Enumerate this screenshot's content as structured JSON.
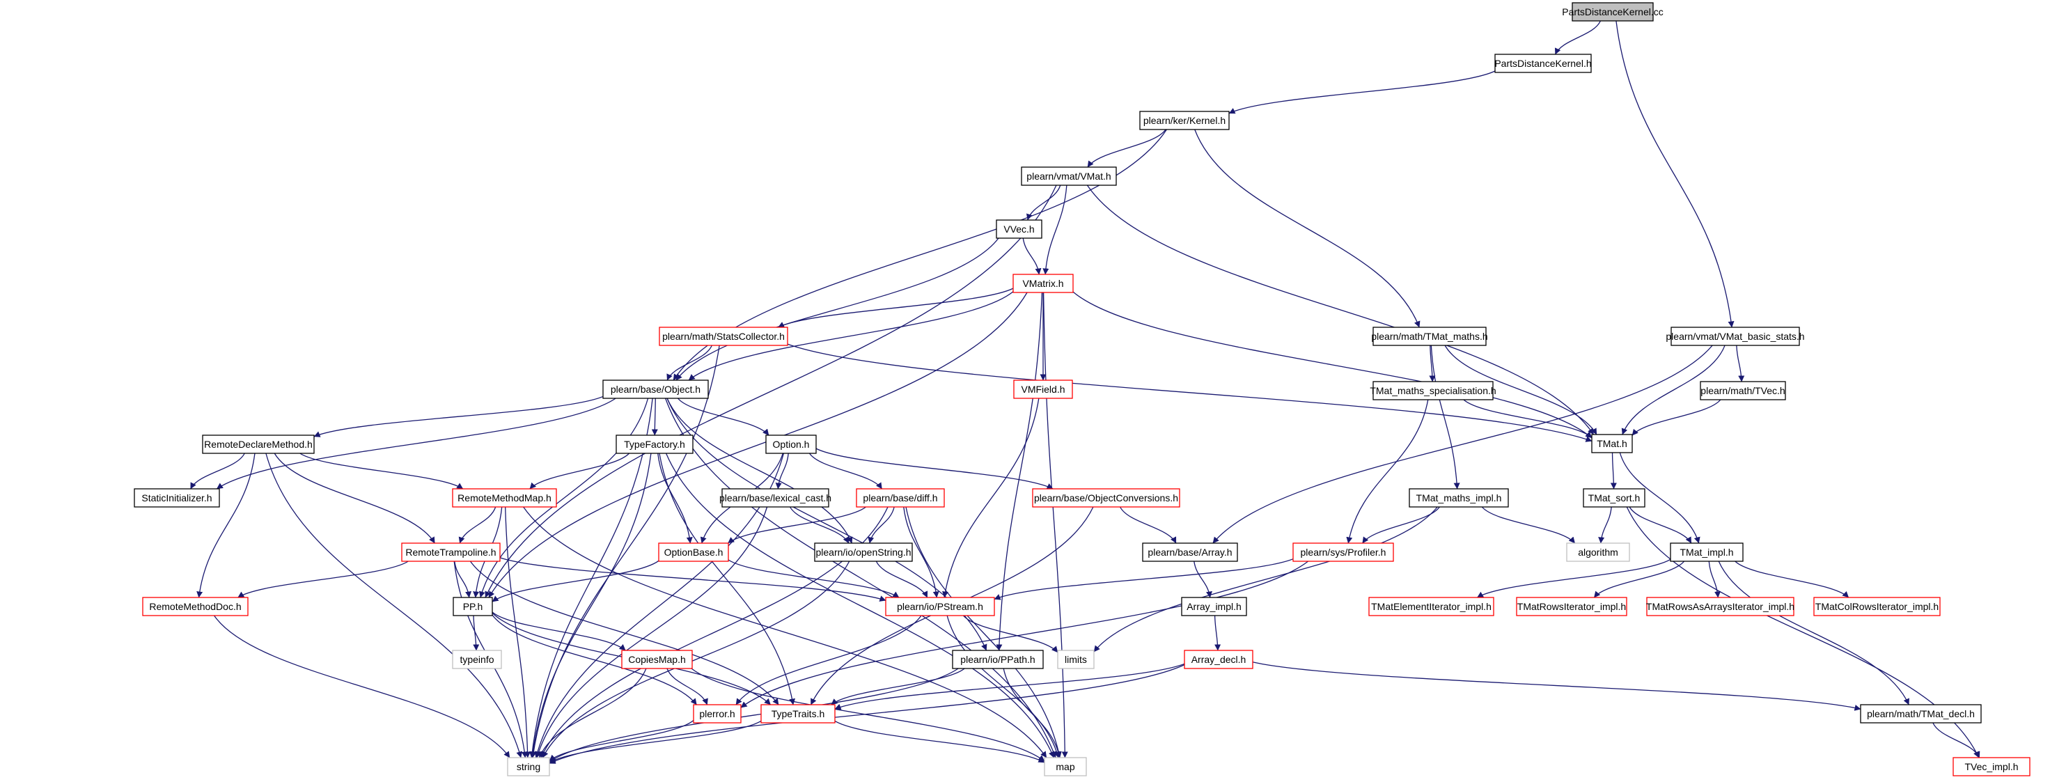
{
  "graph": {
    "colors": {
      "edge": "#191970",
      "root_fill": "#bfbfbf",
      "normal_border": "#000000",
      "truncated_border": "#ff0000",
      "external_border": "#bfbfbf",
      "background": "#ffffff"
    },
    "nodes": [
      {
        "id": "n0",
        "label": "PartsDistanceKernel.cc",
        "kind": "root"
      },
      {
        "id": "n1",
        "label": "PartsDistanceKernel.h",
        "kind": "normal"
      },
      {
        "id": "n2",
        "label": "plearn/ker/Kernel.h",
        "kind": "normal"
      },
      {
        "id": "n3",
        "label": "plearn/vmat/VMat.h",
        "kind": "normal"
      },
      {
        "id": "n4",
        "label": "VVec.h",
        "kind": "normal"
      },
      {
        "id": "n5",
        "label": "VMatrix.h",
        "kind": "truncated"
      },
      {
        "id": "n6",
        "label": "plearn/math/StatsCollector.h",
        "kind": "truncated"
      },
      {
        "id": "n7",
        "label": "VMField.h",
        "kind": "truncated"
      },
      {
        "id": "n8",
        "label": "plearn/base/Object.h",
        "kind": "normal"
      },
      {
        "id": "n9",
        "label": "plearn/math/TMat_maths.h",
        "kind": "normal"
      },
      {
        "id": "n10",
        "label": "plearn/vmat/VMat_basic_stats.h",
        "kind": "normal"
      },
      {
        "id": "n11",
        "label": "TMat_maths_specialisation.h",
        "kind": "normal"
      },
      {
        "id": "n12",
        "label": "plearn/math/TVec.h",
        "kind": "normal"
      },
      {
        "id": "n13",
        "label": "TMat.h",
        "kind": "normal"
      },
      {
        "id": "n14",
        "label": "RemoteDeclareMethod.h",
        "kind": "normal"
      },
      {
        "id": "n15",
        "label": "TypeFactory.h",
        "kind": "normal"
      },
      {
        "id": "n16",
        "label": "Option.h",
        "kind": "normal"
      },
      {
        "id": "n17",
        "label": "StaticInitializer.h",
        "kind": "normal"
      },
      {
        "id": "n18",
        "label": "RemoteMethodMap.h",
        "kind": "truncated"
      },
      {
        "id": "n19",
        "label": "plearn/base/lexical_cast.h",
        "kind": "normal"
      },
      {
        "id": "n20",
        "label": "plearn/base/diff.h",
        "kind": "truncated"
      },
      {
        "id": "n21",
        "label": "plearn/base/ObjectConversions.h",
        "kind": "truncated"
      },
      {
        "id": "n22",
        "label": "TMat_maths_impl.h",
        "kind": "normal"
      },
      {
        "id": "n23",
        "label": "TMat_sort.h",
        "kind": "normal"
      },
      {
        "id": "n24",
        "label": "RemoteTrampoline.h",
        "kind": "truncated"
      },
      {
        "id": "n25",
        "label": "OptionBase.h",
        "kind": "truncated"
      },
      {
        "id": "n26",
        "label": "plearn/io/openString.h",
        "kind": "normal"
      },
      {
        "id": "n27",
        "label": "plearn/base/Array.h",
        "kind": "normal"
      },
      {
        "id": "n28",
        "label": "plearn/sys/Profiler.h",
        "kind": "truncated"
      },
      {
        "id": "n29",
        "label": "algorithm",
        "kind": "external"
      },
      {
        "id": "n30",
        "label": "TMat_impl.h",
        "kind": "normal"
      },
      {
        "id": "n31",
        "label": "RemoteMethodDoc.h",
        "kind": "truncated"
      },
      {
        "id": "n32",
        "label": "PP.h",
        "kind": "normal"
      },
      {
        "id": "n33",
        "label": "plearn/io/PStream.h",
        "kind": "truncated"
      },
      {
        "id": "n34",
        "label": "Array_impl.h",
        "kind": "normal"
      },
      {
        "id": "n35",
        "label": "TMatElementIterator_impl.h",
        "kind": "truncated"
      },
      {
        "id": "n36",
        "label": "TMatRowsIterator_impl.h",
        "kind": "truncated"
      },
      {
        "id": "n37",
        "label": "TMatRowsAsArraysIterator_impl.h",
        "kind": "truncated"
      },
      {
        "id": "n38",
        "label": "TMatColRowsIterator_impl.h",
        "kind": "truncated"
      },
      {
        "id": "n39",
        "label": "typeinfo",
        "kind": "external"
      },
      {
        "id": "n40",
        "label": "CopiesMap.h",
        "kind": "truncated"
      },
      {
        "id": "n41",
        "label": "limits",
        "kind": "external"
      },
      {
        "id": "n42",
        "label": "plearn/io/PPath.h",
        "kind": "normal"
      },
      {
        "id": "n43",
        "label": "Array_decl.h",
        "kind": "truncated"
      },
      {
        "id": "n44",
        "label": "plerror.h",
        "kind": "truncated"
      },
      {
        "id": "n45",
        "label": "TypeTraits.h",
        "kind": "truncated"
      },
      {
        "id": "n46",
        "label": "plearn/math/TMat_decl.h",
        "kind": "normal"
      },
      {
        "id": "n47",
        "label": "string",
        "kind": "external"
      },
      {
        "id": "n48",
        "label": "map",
        "kind": "external"
      },
      {
        "id": "n49",
        "label": "TVec_impl.h",
        "kind": "truncated"
      }
    ],
    "edges": [
      [
        "n0",
        "n1"
      ],
      [
        "n0",
        "n10"
      ],
      [
        "n1",
        "n2"
      ],
      [
        "n2",
        "n3"
      ],
      [
        "n2",
        "n8"
      ],
      [
        "n2",
        "n9"
      ],
      [
        "n3",
        "n4"
      ],
      [
        "n3",
        "n5"
      ],
      [
        "n3",
        "n32"
      ],
      [
        "n3",
        "n13"
      ],
      [
        "n4",
        "n5"
      ],
      [
        "n4",
        "n8"
      ],
      [
        "n5",
        "n6"
      ],
      [
        "n5",
        "n7"
      ],
      [
        "n5",
        "n8"
      ],
      [
        "n5",
        "n13"
      ],
      [
        "n5",
        "n32"
      ],
      [
        "n5",
        "n42"
      ],
      [
        "n5",
        "n48"
      ],
      [
        "n6",
        "n8"
      ],
      [
        "n6",
        "n13"
      ],
      [
        "n6",
        "n47"
      ],
      [
        "n7",
        "n33"
      ],
      [
        "n8",
        "n14"
      ],
      [
        "n8",
        "n15"
      ],
      [
        "n8",
        "n16"
      ],
      [
        "n8",
        "n17"
      ],
      [
        "n8",
        "n32"
      ],
      [
        "n8",
        "n26"
      ],
      [
        "n8",
        "n42"
      ],
      [
        "n8",
        "n47"
      ],
      [
        "n8",
        "n48"
      ],
      [
        "n9",
        "n11"
      ],
      [
        "n9",
        "n13"
      ],
      [
        "n9",
        "n22"
      ],
      [
        "n10",
        "n13"
      ],
      [
        "n10",
        "n12"
      ],
      [
        "n10",
        "n27"
      ],
      [
        "n11",
        "n13"
      ],
      [
        "n11",
        "n28"
      ],
      [
        "n12",
        "n13"
      ],
      [
        "n13",
        "n23"
      ],
      [
        "n13",
        "n30"
      ],
      [
        "n14",
        "n17"
      ],
      [
        "n14",
        "n18"
      ],
      [
        "n14",
        "n24"
      ],
      [
        "n14",
        "n31"
      ],
      [
        "n14",
        "n47"
      ],
      [
        "n15",
        "n18"
      ],
      [
        "n15",
        "n25"
      ],
      [
        "n15",
        "n47"
      ],
      [
        "n15",
        "n48"
      ],
      [
        "n15",
        "n45"
      ],
      [
        "n16",
        "n19"
      ],
      [
        "n16",
        "n20"
      ],
      [
        "n16",
        "n21"
      ],
      [
        "n16",
        "n25"
      ],
      [
        "n16",
        "n47"
      ],
      [
        "n18",
        "n24"
      ],
      [
        "n18",
        "n32"
      ],
      [
        "n18",
        "n47"
      ],
      [
        "n18",
        "n48"
      ],
      [
        "n19",
        "n26"
      ],
      [
        "n19",
        "n47"
      ],
      [
        "n20",
        "n25"
      ],
      [
        "n20",
        "n26"
      ],
      [
        "n20",
        "n33"
      ],
      [
        "n20",
        "n47"
      ],
      [
        "n20",
        "n48"
      ],
      [
        "n21",
        "n27"
      ],
      [
        "n21",
        "n45"
      ],
      [
        "n22",
        "n28"
      ],
      [
        "n22",
        "n29"
      ],
      [
        "n22",
        "n41"
      ],
      [
        "n23",
        "n29"
      ],
      [
        "n23",
        "n30"
      ],
      [
        "n23",
        "n49"
      ],
      [
        "n24",
        "n31"
      ],
      [
        "n24",
        "n32"
      ],
      [
        "n24",
        "n33"
      ],
      [
        "n24",
        "n45"
      ],
      [
        "n24",
        "n47"
      ],
      [
        "n25",
        "n32"
      ],
      [
        "n25",
        "n33"
      ],
      [
        "n26",
        "n33"
      ],
      [
        "n26",
        "n47"
      ],
      [
        "n27",
        "n34"
      ],
      [
        "n28",
        "n33"
      ],
      [
        "n28",
        "n44"
      ],
      [
        "n30",
        "n35"
      ],
      [
        "n30",
        "n36"
      ],
      [
        "n30",
        "n37"
      ],
      [
        "n30",
        "n38"
      ],
      [
        "n30",
        "n46"
      ],
      [
        "n31",
        "n47"
      ],
      [
        "n32",
        "n39"
      ],
      [
        "n32",
        "n40"
      ],
      [
        "n32",
        "n44"
      ],
      [
        "n32",
        "n45"
      ],
      [
        "n33",
        "n41"
      ],
      [
        "n33",
        "n44"
      ],
      [
        "n33",
        "n48"
      ],
      [
        "n34",
        "n43"
      ],
      [
        "n40",
        "n44"
      ],
      [
        "n40",
        "n47"
      ],
      [
        "n40",
        "n48"
      ],
      [
        "n42",
        "n45"
      ],
      [
        "n42",
        "n47"
      ],
      [
        "n42",
        "n48"
      ],
      [
        "n43",
        "n45"
      ],
      [
        "n43",
        "n46"
      ],
      [
        "n43",
        "n47"
      ],
      [
        "n44",
        "n47"
      ],
      [
        "n45",
        "n47"
      ],
      [
        "n45",
        "n48"
      ],
      [
        "n46",
        "n49"
      ]
    ]
  }
}
